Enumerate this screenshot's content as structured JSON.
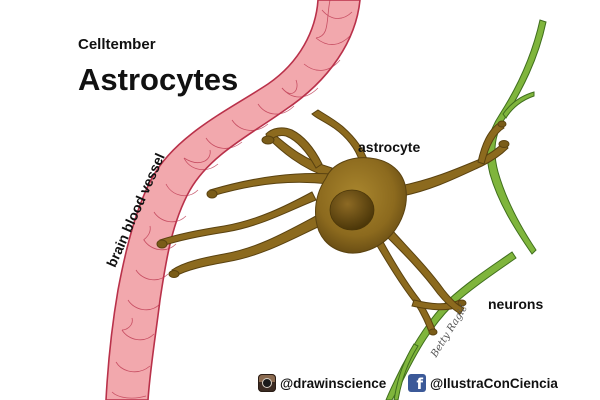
{
  "header": {
    "series": "Celltember",
    "title": "Astrocytes"
  },
  "labels": {
    "astrocyte": "astrocyte",
    "neurons": "neurons",
    "vessel": "brain blood vessel"
  },
  "signature": "Betty Ragić",
  "social": {
    "instagram": {
      "handle": "@drawinscience",
      "icon": "instagram-icon"
    },
    "facebook": {
      "handle": "@IlustraConCiencia",
      "icon": "facebook-icon",
      "glyph": "f"
    }
  },
  "colors": {
    "vessel_fill": "#f2a8ad",
    "vessel_line": "#b9314a",
    "astrocyte_fill": "#8c6a1e",
    "astrocyte_dark": "#5a4210",
    "neuron_fill": "#7fb53c",
    "neuron_dark": "#3f6e1d"
  }
}
